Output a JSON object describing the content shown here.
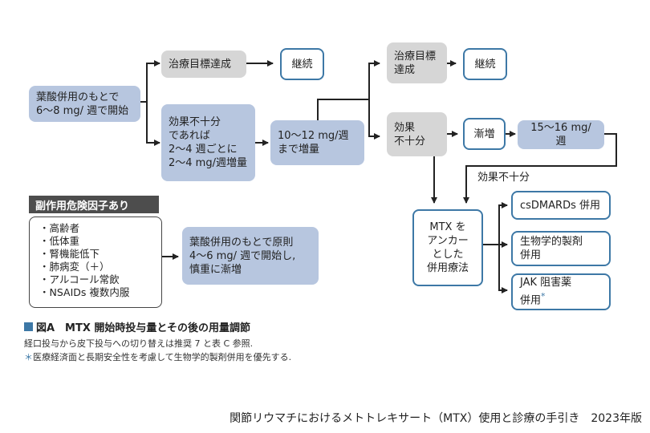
{
  "nodes": {
    "start": "葉酸併用のもとで\n6〜8 mg/ 週で開始",
    "achieved1": "治療目標達成",
    "continue1": "継続",
    "insufficient1": "効果不十分\nであれば\n2〜4 週ごとに\n2〜4 mg/週増量",
    "increase": "10〜12 mg/週\nまで増量",
    "achieved2": "治療目標\n達成",
    "continue2": "継続",
    "insufficient2": "効果\n不十分",
    "gradual": "漸増",
    "dose1516": "15〜16 mg/ 週",
    "mtx_anchor": "MTX を\nアンカー\nとした\n併用療法",
    "csdmards": "csDMARDs 併用",
    "biologic": "生物学的製剤\n併用",
    "jak": "JAK 阻害薬\n併用",
    "jak_mark": "*",
    "risk_start": "葉酸併用のもとで原則\n4〜6 mg/ 週で開始し,\n慎重に漸増"
  },
  "edge_label": "効果不十分",
  "risk": {
    "title": "副作用危険因子あり",
    "items": [
      "・高齢者",
      "・低体重",
      "・腎機能低下",
      "・肺病変（＋）",
      "・アルコール常飲",
      "・NSAIDs 複数内服"
    ]
  },
  "caption": "図A　MTX 開始時投与量とその後の用量調節",
  "notes": {
    "line1": "経口投与から皮下投与への切り替えは推奨 7 と表 C 参照.",
    "line2_mark": "＊",
    "line2": "医療経済面と長期安全性を考慮して生物学的製剤併用を優先する."
  },
  "source": "関節リウマチにおけるメトトレキサート（MTX）使用と診療の手引き　2023年版",
  "colors": {
    "blue_fill": "#b7c6df",
    "gray_fill": "#d6d6d6",
    "outline": "#3d78a6",
    "arrow": "#222222"
  }
}
